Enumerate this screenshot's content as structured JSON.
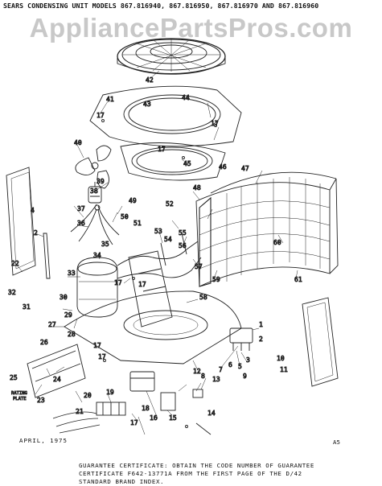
{
  "watermark": "AppliancePartsPros.com",
  "header": "SEARS CONDENSING UNIT MODELS 867.816940, 867.816950, 867.816970 AND 867.816960",
  "footer": {
    "date": "APRIL, 1975",
    "page_code": "A5",
    "guarantee_lines": [
      "GUARANTEE CERTIFICATE:  OBTAIN THE CODE NUMBER OF GUARANTEE",
      "CERTIFICATE F642-13771A FROM THE FIRST PAGE OF THE D/42",
      "STANDARD BRAND INDEX."
    ]
  },
  "rating_plate_label": [
    "RATING",
    "PLATE"
  ],
  "callouts": [
    "1",
    "2",
    "3",
    "4",
    "5",
    "6",
    "7",
    "8",
    "9",
    "10",
    "11",
    "12",
    "13",
    "14",
    "15",
    "16",
    "17",
    "18",
    "19",
    "20",
    "21",
    "22",
    "23",
    "24",
    "25",
    "26",
    "27",
    "28",
    "29",
    "30",
    "31",
    "32",
    "33",
    "34",
    "35",
    "36",
    "37",
    "38",
    "39",
    "40",
    "41",
    "42",
    "43",
    "44",
    "45",
    "46",
    "47",
    "48",
    "49",
    "50",
    "51",
    "52",
    "53",
    "54",
    "55",
    "56",
    "57",
    "58",
    "59",
    "60",
    "61"
  ]
}
